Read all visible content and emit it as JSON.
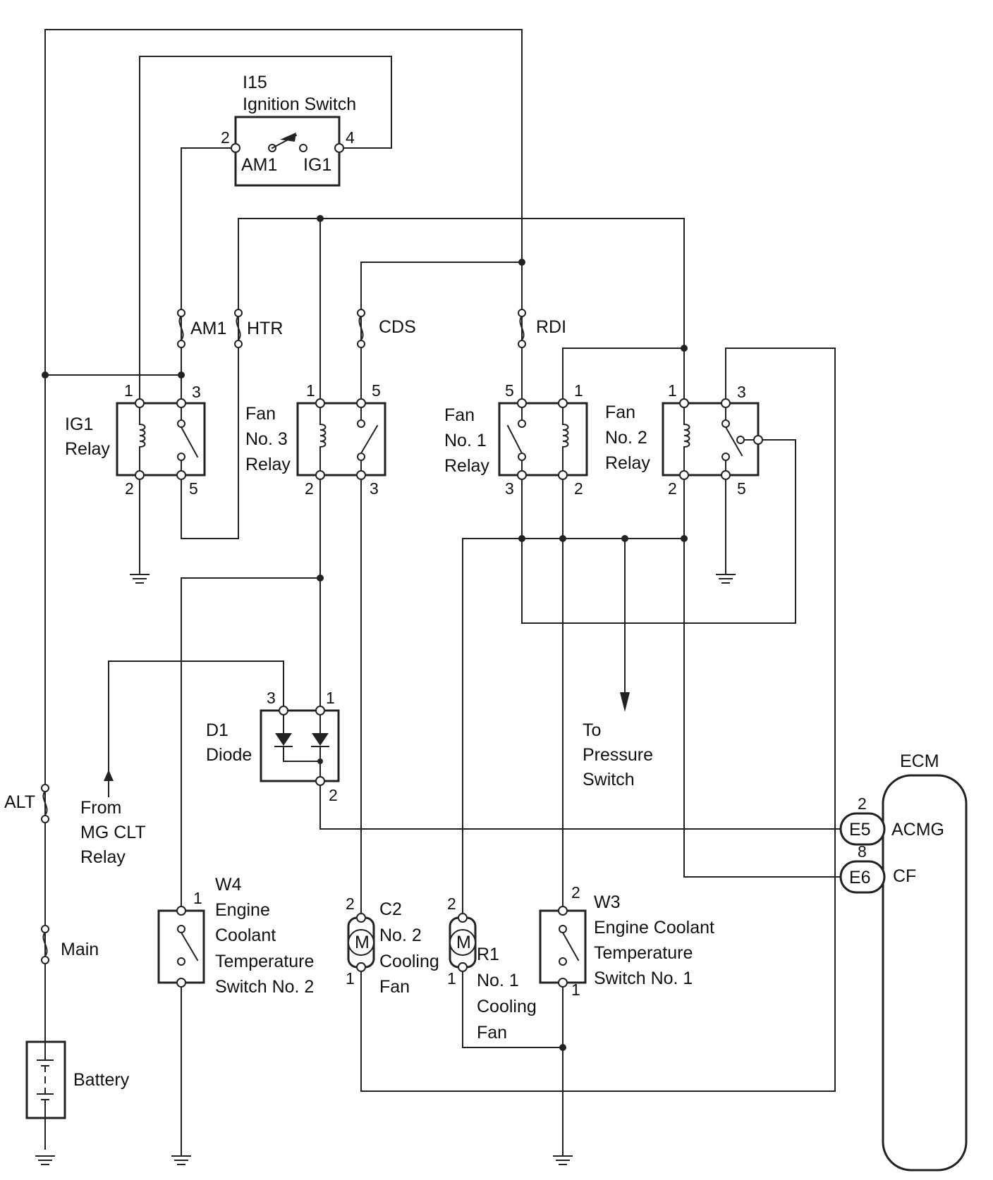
{
  "labels": {
    "ignition_switch_id": "I15",
    "ignition_switch_name": "Ignition Switch",
    "ignition_am1": "AM1",
    "ignition_ig1": "IG1",
    "fuse_am1": "AM1",
    "fuse_htr": "HTR",
    "fuse_cds": "CDS",
    "fuse_rdi": "RDI",
    "fuse_alt": "ALT",
    "fuse_main": "Main",
    "ig1_relay": [
      "IG1",
      "Relay"
    ],
    "fan3_relay": [
      "Fan",
      "No. 3",
      "Relay"
    ],
    "fan1_relay": [
      "Fan",
      "No. 1",
      "Relay"
    ],
    "fan2_relay": [
      "Fan",
      "No. 2",
      "Relay"
    ],
    "diode": [
      "D1",
      "Diode"
    ],
    "from_mg": [
      "From",
      "MG CLT",
      "Relay"
    ],
    "to_pressure": [
      "To",
      "Pressure",
      "Switch"
    ],
    "w4": [
      "W4",
      "Engine",
      "Coolant",
      "Temperature",
      "Switch No. 2"
    ],
    "c2": [
      "C2",
      "No. 2",
      "Cooling",
      "Fan"
    ],
    "r1": [
      "R1",
      "No. 1",
      "Cooling",
      "Fan"
    ],
    "w3": [
      "W3",
      "Engine Coolant",
      "Temperature",
      "Switch No. 1"
    ],
    "battery": "Battery",
    "ecm": "ECM",
    "ecm_e5": "E5",
    "ecm_e6": "E6",
    "acmg": "ACMG",
    "cf": "CF",
    "motor": "M"
  },
  "pins": {
    "ign_2": "2",
    "ign_4": "4",
    "ig1_1": "1",
    "ig1_3": "3",
    "ig1_2": "2",
    "ig1_5": "5",
    "f3_1": "1",
    "f3_5": "5",
    "f3_2": "2",
    "f3_3": "3",
    "f1_5": "5",
    "f1_1": "1",
    "f1_3": "3",
    "f1_2": "2",
    "f2_1": "1",
    "f2_3": "3",
    "f2_2": "2",
    "f2_5": "5",
    "d1_3": "3",
    "d1_1": "1",
    "d1_2": "2",
    "e5_2": "2",
    "e6_8": "8",
    "w4_1": "1",
    "c2_2": "2",
    "c2_1": "1",
    "r1_2": "2",
    "r1_1": "1",
    "w3_2": "2",
    "w3_1": "1"
  }
}
